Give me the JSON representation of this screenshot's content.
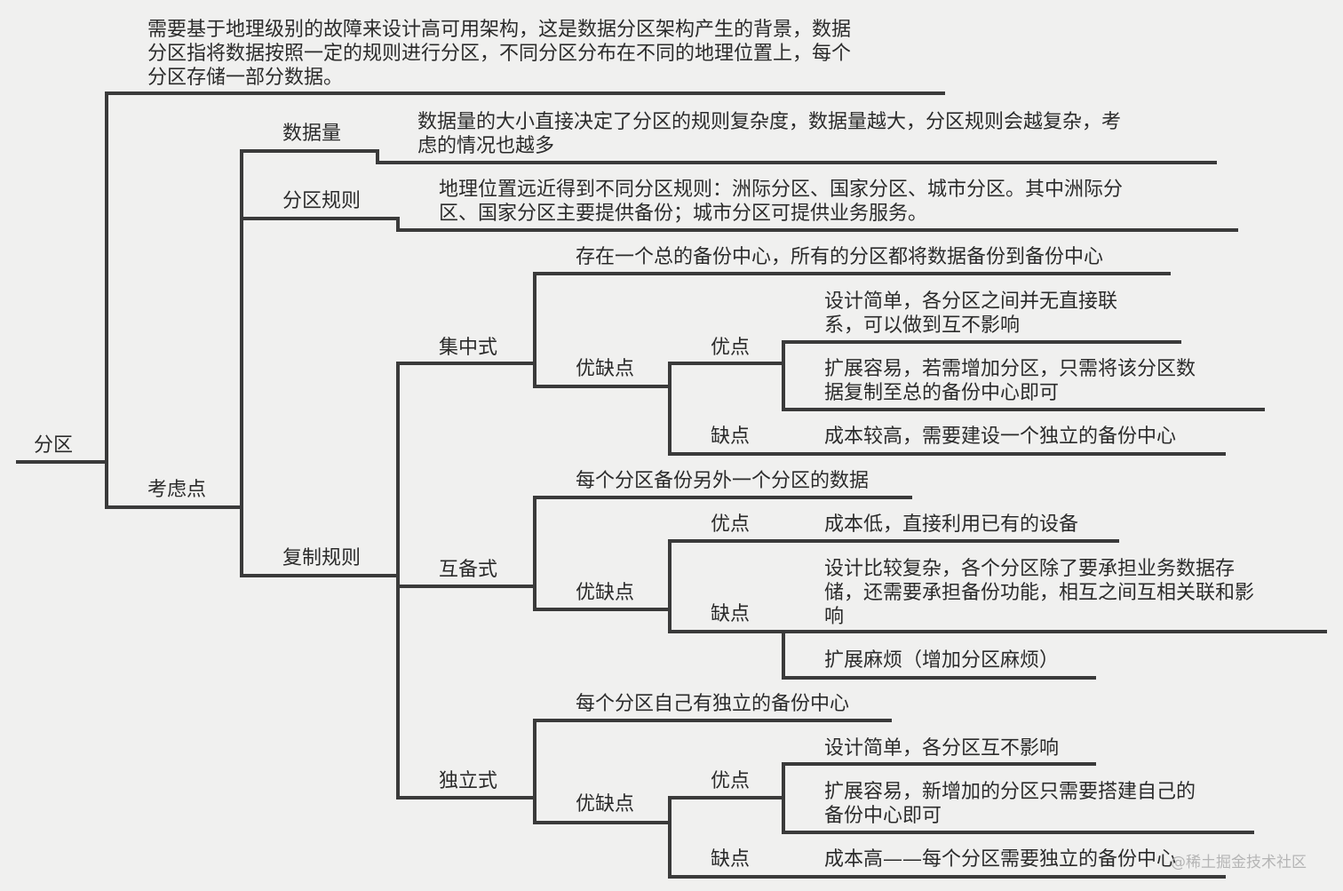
{
  "root": "分区",
  "intro": [
    "需要基于地理级别的故障来设计高可用架构，这是数据分区架构产生的背景，数据",
    "分区指将数据按照一定的规则进行分区，不同分区分布在不同的地理位置上，每个",
    "分区存储一部分数据。"
  ],
  "considerations": {
    "label": "考虑点",
    "data_volume": {
      "label": "数据量",
      "note": [
        "数据量的大小直接决定了分区的规则复杂度，数据量越大，分区规则会越复杂，考",
        "虑的情况也越多"
      ]
    },
    "partition_rule": {
      "label": "分区规则",
      "note": [
        "地理位置远近得到不同分区规则：洲际分区、国家分区、城市分区。其中洲际分",
        "区、国家分区主要提供备份；城市分区可提供业务服务。"
      ]
    },
    "replication_rule": {
      "label": "复制规则",
      "centralized": {
        "label": "集中式",
        "desc": "存在一个总的备份中心，所有的分区都将数据备份到备份中心",
        "pros_cons": "优缺点",
        "pros_label": "优点",
        "pros": [
          [
            "设计简单，各分区之间并无直接联",
            "系，可以做到互不影响"
          ],
          [
            "扩展容易，若需增加分区，只需将该分区数",
            "据复制至总的备份中心即可"
          ]
        ],
        "cons_label": "缺点",
        "cons": "成本较高，需要建设一个独立的备份中心"
      },
      "mutual": {
        "label": "互备式",
        "desc": "每个分区备份另外一个分区的数据",
        "pros_cons": "优缺点",
        "pros_label": "优点",
        "pros": "成本低，直接利用已有的设备",
        "cons_label": "缺点",
        "cons": [
          [
            "设计比较复杂，各个分区除了要承担业务数据存",
            "储，还需要承担备份功能，相互之间互相关联和影",
            "响"
          ],
          [
            "扩展麻烦（增加分区麻烦）"
          ]
        ]
      },
      "independent": {
        "label": "独立式",
        "desc": "每个分区自己有独立的备份中心",
        "pros_cons": "优缺点",
        "pros_label": "优点",
        "pros": [
          [
            "设计简单，各分区互不影响"
          ],
          [
            "扩展容易，新增加的分区只需要搭建自己的",
            "备份中心即可"
          ]
        ],
        "cons_label": "缺点",
        "cons": "成本高——每个分区需要独立的备份中心"
      }
    }
  },
  "watermark": "@稀土掘金技术社区",
  "colors": {
    "line": "#3a3a3a",
    "text": "#2b2b2b",
    "background": "#f0f0ef"
  }
}
